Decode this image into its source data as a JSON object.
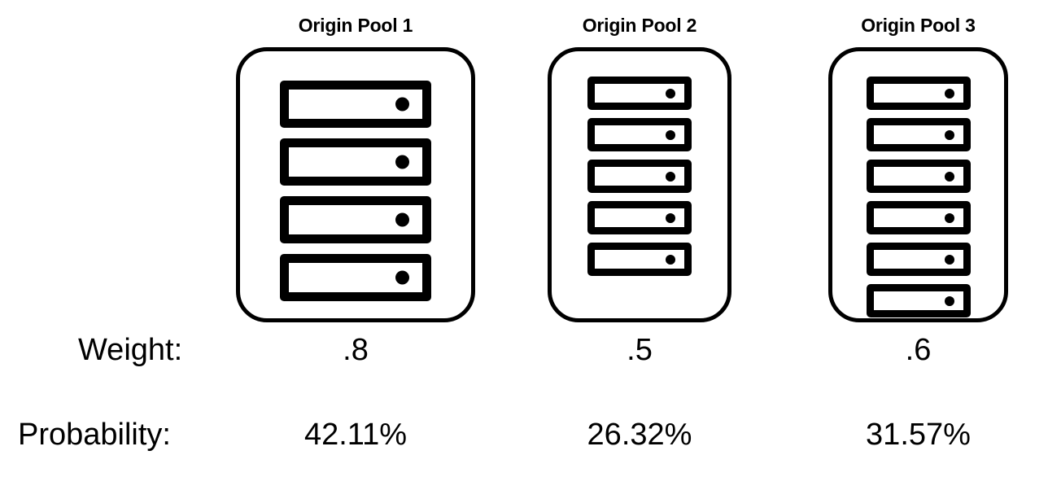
{
  "diagram": {
    "type": "weighted-load-balancing-origin-pools",
    "accent_color": "#000000",
    "background_color": "#ffffff",
    "rows": {
      "weight_label": "Weight:",
      "probability_label": "Probability:"
    },
    "pools": [
      {
        "title": "Origin Pool 1",
        "server_count": 4,
        "weight": ".8",
        "probability": "42.11%",
        "server_icon": "server-rack-unit-icon"
      },
      {
        "title": "Origin Pool 2",
        "server_count": 5,
        "weight": ".5",
        "probability": "26.32%",
        "server_icon": "server-rack-unit-icon"
      },
      {
        "title": "Origin Pool 3",
        "server_count": 6,
        "weight": ".6",
        "probability": "31.57%",
        "server_icon": "server-rack-unit-icon"
      }
    ]
  }
}
